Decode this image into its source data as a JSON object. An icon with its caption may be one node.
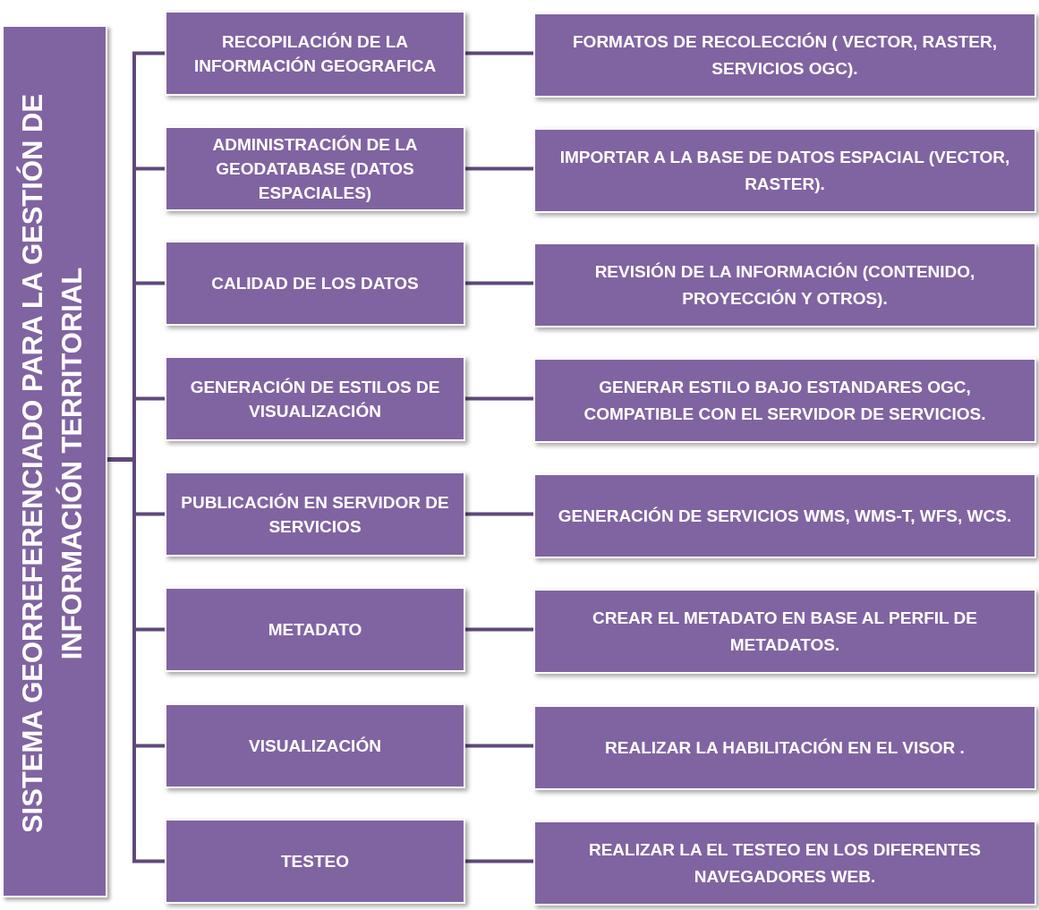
{
  "diagram": {
    "nodes": [
      {
        "text": [
          "SISTEMA GEORREFERENCIADO PARA LA GESTIÓN DE INFORMACIÓN TERRITORIAL"
        ]
      },
      {
        "text": [
          "RECOPILACIÓN DE LA INFORMACIÓN GEOGRAFICA"
        ]
      },
      {
        "text": [
          "FORMATOS DE RECOLECCIÓN ( VECTOR, RASTER, SERVICIOS OGC)."
        ]
      },
      {
        "text": [
          "ADMINISTRACIÓN DE LA GEODATABASE (DATOS ESPACIALES)"
        ]
      },
      {
        "text": [
          "IMPORTAR A LA BASE DE DATOS ESPACIAL (VECTOR, RASTER)."
        ]
      },
      {
        "text": [
          "CALIDAD DE LOS DATOS"
        ]
      },
      {
        "text": [
          "REVISIÓN DE LA INFORMACIÓN (CONTENIDO, PROYECCIÓN Y OTROS)."
        ]
      },
      {
        "text": [
          "GENERACIÓN DE ESTILOS DE VISUALIZACIÓN"
        ]
      },
      {
        "text": [
          "GENERAR ESTILO BAJO ESTANDARES OGC, COMPATIBLE CON EL SERVIDOR DE SERVICIOS."
        ]
      },
      {
        "text": [
          "PUBLICACIÓN EN SERVIDOR DE SERVICIOS"
        ]
      },
      {
        "text": [
          "GENERACIÓN DE SERVICIOS WMS, WMS-T, WFS, WCS."
        ]
      },
      {
        "text": [
          "METADATO"
        ]
      },
      {
        "text": [
          "CREAR EL METADATO EN BASE AL  PERFIL DE METADATOS."
        ]
      },
      {
        "text": [
          "VISUALIZACIÓN"
        ]
      },
      {
        "text": [
          "REALIZAR LA HABILITACIÓN  EN EL VISOR ."
        ]
      },
      {
        "text": [
          "TESTEO"
        ]
      },
      {
        "text": [
          "REALIZAR LA EL TESTEO EN LOS DIFERENTES NAVEGADORES WEB."
        ]
      }
    ],
    "edges": [
      {
        "from": 0,
        "to": 1,
        "arrow": "none"
      },
      {
        "from": 0,
        "to": 3,
        "arrow": "none"
      },
      {
        "from": 0,
        "to": 5,
        "arrow": "none"
      },
      {
        "from": 0,
        "to": 7,
        "arrow": "none"
      },
      {
        "from": 0,
        "to": 9,
        "arrow": "none"
      },
      {
        "from": 0,
        "to": 11,
        "arrow": "none"
      },
      {
        "from": 0,
        "to": 13,
        "arrow": "none"
      },
      {
        "from": 0,
        "to": 15,
        "arrow": "none"
      },
      {
        "from": 1,
        "to": 2,
        "arrow": "none"
      },
      {
        "from": 3,
        "to": 4,
        "arrow": "none"
      },
      {
        "from": 5,
        "to": 6,
        "arrow": "none"
      },
      {
        "from": 7,
        "to": 8,
        "arrow": "none"
      },
      {
        "from": 9,
        "to": 10,
        "arrow": "none"
      },
      {
        "from": 11,
        "to": 12,
        "arrow": "none"
      },
      {
        "from": 13,
        "to": 14,
        "arrow": "none"
      },
      {
        "from": 15,
        "to": 16,
        "arrow": "none"
      }
    ]
  }
}
